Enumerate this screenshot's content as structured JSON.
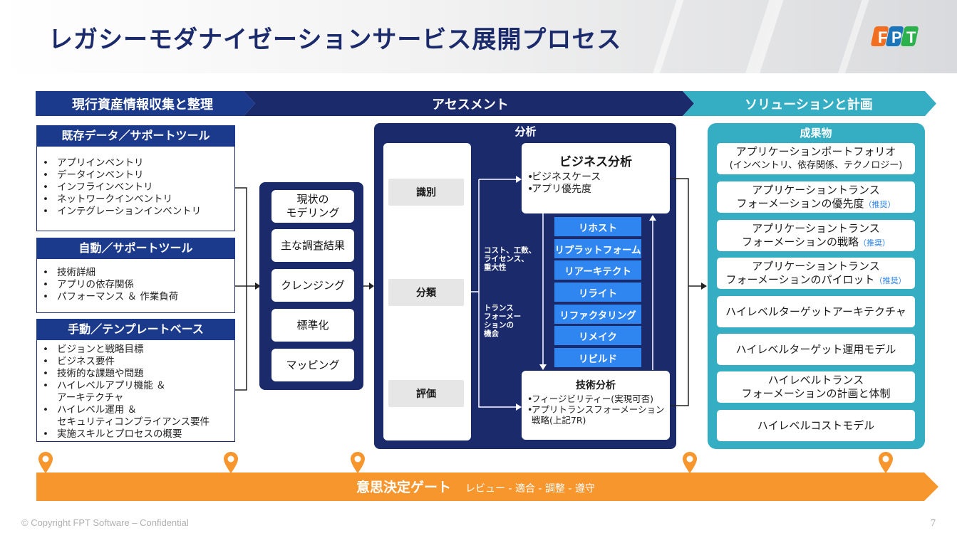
{
  "title": "レガシーモダナイゼーションサービス展開プロセス",
  "logo": {
    "text": "FPT",
    "colors": [
      "#f26f21",
      "#1b75bb",
      "#2bb24c"
    ]
  },
  "phases": [
    {
      "label": "現行資産情報収集と整理",
      "color": "#1b3a8c"
    },
    {
      "label": "アセスメント",
      "color": "#1b2a6b"
    },
    {
      "label": "ソリューションと計画",
      "color": "#35aec4"
    }
  ],
  "sources": [
    {
      "title": "既存データ／サポートツール",
      "items": [
        "アプリインベントリ",
        "データインベントリ",
        "インフラインベントリ",
        "ネットワークインベントリ",
        "インテグレーションインベントリ"
      ]
    },
    {
      "title": "自動／サポートツール",
      "items": [
        "技術詳細",
        "アプリの依存関係",
        "パフォーマンス ＆ 作業負荷"
      ]
    },
    {
      "title": "手動／テンプレートベース",
      "items": [
        "ビジョンと戦略目標",
        "ビジネス要件",
        "技術的な課題や問題",
        "ハイレベルアプリ機能 ＆\nアーキテクチャ",
        "ハイレベル運用 ＆\nセキュリティコンプライアンス要件",
        "実施スキルとプロセスの概要"
      ]
    }
  ],
  "process_steps": [
    "現状の\nモデリング",
    "主な調査結果",
    "クレンジング",
    "標準化",
    "マッピング"
  ],
  "analysis": {
    "title": "分析",
    "stages": [
      "識別",
      "分類",
      "評価"
    ],
    "note1": "コスト、工数、\nライセンス、\n重大性",
    "note2": "トランス\nフォーメー\nションの\n機会",
    "business": {
      "title": "ビジネス分析",
      "items": [
        "ビジネスケース",
        "アプリ優先度"
      ]
    },
    "tech": {
      "title": "技術分析",
      "items": [
        "フィージビリティー(実現可否)",
        "アプリトランスフォーメーション戦略(上記7R)"
      ]
    },
    "r_strategies": [
      "リホスト",
      "リプラットフォーム",
      "リアーキテクト",
      "リライト",
      "リファクタリング",
      "リメイク",
      "リビルド"
    ]
  },
  "deliverables": {
    "title": "成果物",
    "recommended": "（推奨）",
    "items": [
      {
        "line1": "アプリケーションポートフォリオ",
        "line2": "(インベントリ、依存関係、テクノロジー)",
        "rec": false
      },
      {
        "line1": "アプリケーショントランス",
        "line2": "フォーメーションの優先度",
        "rec": true
      },
      {
        "line1": "アプリケーショントランス",
        "line2": "フォーメーションの戦略",
        "rec": true
      },
      {
        "line1": "アプリケーショントランス",
        "line2": "フォーメーションのパイロット",
        "rec": true
      },
      {
        "line1": "ハイレベルターゲットアーキテクチャ",
        "line2": "",
        "rec": false
      },
      {
        "line1": "ハイレベルターゲット運用モデル",
        "line2": "",
        "rec": false
      },
      {
        "line1": "ハイレベルトランス",
        "line2": "フォーメーションの計画と体制",
        "rec": false
      },
      {
        "line1": "ハイレベルコストモデル",
        "line2": "",
        "rec": false
      }
    ]
  },
  "gate": {
    "title": "意思決定ゲート",
    "subtitle": "レビュー - 適合 - 調整 - 遵守",
    "color": "#f7962d"
  },
  "footer": {
    "copyright": "© Copyright FPT Software –  Confidential",
    "page": "7"
  }
}
